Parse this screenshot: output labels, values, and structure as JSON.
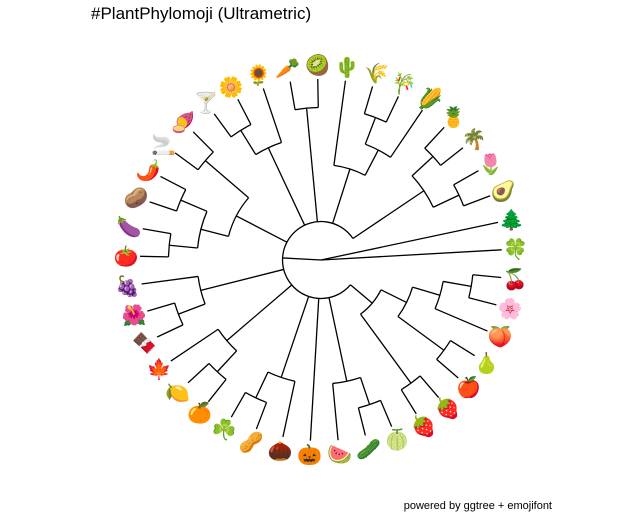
{
  "title": "#PlantPhylomoji (Ultrametric)",
  "caption": "powered by ggtree + emojifont",
  "tips": [
    {
      "emoji": "🌲",
      "name": "evergreen tree"
    },
    {
      "emoji": "🍀",
      "name": "four leaf clover"
    },
    {
      "emoji": "🍒",
      "name": "cherries"
    },
    {
      "emoji": "🌸",
      "name": "cherry blossom"
    },
    {
      "emoji": "🍑",
      "name": "peach"
    },
    {
      "emoji": "🍐",
      "name": "pear"
    },
    {
      "emoji": "🍎",
      "name": "red apple"
    },
    {
      "emoji": "🍓",
      "name": "strawberry"
    },
    {
      "emoji": "🍓",
      "name": "strawberry"
    },
    {
      "emoji": "🍈",
      "name": "melon"
    },
    {
      "emoji": "🥒",
      "name": "cucumber"
    },
    {
      "emoji": "🍉",
      "name": "watermelon"
    },
    {
      "emoji": "🎃",
      "name": "pumpkin"
    },
    {
      "emoji": "🌰",
      "name": "chestnut"
    },
    {
      "emoji": "🥜",
      "name": "peanuts"
    },
    {
      "emoji": "☘️",
      "name": "shamrock"
    },
    {
      "emoji": "🍊",
      "name": "tangerine"
    },
    {
      "emoji": "🍋",
      "name": "lemon"
    },
    {
      "emoji": "🍁",
      "name": "maple leaf"
    },
    {
      "emoji": "🍫",
      "name": "chocolate bar"
    },
    {
      "emoji": "🌺",
      "name": "hibiscus"
    },
    {
      "emoji": "🍇",
      "name": "grapes"
    },
    {
      "emoji": "🍅",
      "name": "tomato"
    },
    {
      "emoji": "🍆",
      "name": "eggplant"
    },
    {
      "emoji": "🥔",
      "name": "potato"
    },
    {
      "emoji": "🌶️",
      "name": "hot pepper"
    },
    {
      "emoji": "🚬",
      "name": "cigarette"
    },
    {
      "emoji": "🍠",
      "name": "sweet potato"
    },
    {
      "emoji": "🍸",
      "name": "cocktail glass"
    },
    {
      "emoji": "🌼",
      "name": "blossom"
    },
    {
      "emoji": "🌻",
      "name": "sunflower"
    },
    {
      "emoji": "🥕",
      "name": "carrot"
    },
    {
      "emoji": "🥝",
      "name": "kiwi fruit"
    },
    {
      "emoji": "🌵",
      "name": "cactus"
    },
    {
      "emoji": "🌾",
      "name": "sheaf of rice"
    },
    {
      "emoji": "🎋",
      "name": "tanabata tree"
    },
    {
      "emoji": "🌽",
      "name": "ear of corn"
    },
    {
      "emoji": "🍍",
      "name": "pineapple"
    },
    {
      "emoji": "🌴",
      "name": "palm tree"
    },
    {
      "emoji": "🌷",
      "name": "tulip"
    },
    {
      "emoji": "🥑",
      "name": "avocado"
    }
  ],
  "tree": {
    "children": [
      {
        "tip": 0
      },
      {
        "tip": 1
      },
      {
        "children": [
          {
            "children": [
              {
                "children": [
                  {
                    "children": [
                      {
                        "children": [
                          {
                            "tip": 2
                          },
                          {
                            "tip": 3
                          }
                        ]
                      },
                      {
                        "tip": 4
                      }
                    ]
                  },
                  {
                    "children": [
                      {
                        "tip": 5
                      },
                      {
                        "tip": 6
                      }
                    ]
                  }
                ]
              },
              {
                "children": [
                  {
                    "tip": 7
                  },
                  {
                    "tip": 8
                  }
                ]
              }
            ]
          },
          {
            "children": [
              {
                "children": [
                  {
                    "tip": 9
                  },
                  {
                    "tip": 10
                  }
                ]
              },
              {
                "tip": 11
              }
            ]
          },
          {
            "tip": 12
          },
          {
            "children": [
              {
                "tip": 13
              },
              {
                "children": [
                  {
                    "tip": 14
                  },
                  {
                    "tip": 15
                  }
                ]
              }
            ]
          },
          {
            "children": [
              {
                "children": [
                  {
                    "tip": 16
                  },
                  {
                    "tip": 17
                  }
                ]
              },
              {
                "tip": 18
              }
            ]
          },
          {
            "children": [
              {
                "children": [
                  {
                    "tip": 19
                  },
                  {
                    "tip": 20
                  }
                ]
              },
              {
                "tip": 21
              }
            ]
          },
          {
            "children": [
              {
                "children": [
                  {
                    "children": [
                      {
                        "tip": 22
                      },
                      {
                        "tip": 23
                      }
                    ]
                  },
                  {
                    "children": [
                      {
                        "tip": 24
                      },
                      {
                        "tip": 25
                      }
                    ]
                  }
                ]
              },
              {
                "children": [
                  {
                    "tip": 26
                  },
                  {
                    "tip": 27
                  }
                ]
              }
            ]
          },
          {
            "children": [
              {
                "children": [
                  {
                    "tip": 28
                  },
                  {
                    "tip": 29
                  }
                ]
              },
              {
                "tip": 30
              }
            ]
          },
          {
            "children": [
              {
                "tip": 31
              },
              {
                "tip": 32
              }
            ]
          },
          {
            "children": [
              {
                "tip": 33
              },
              {
                "children": [
                  {
                    "children": [
                      {
                        "tip": 34
                      },
                      {
                        "tip": 35
                      }
                    ]
                  },
                  {
                    "tip": 36
                  }
                ]
              }
            ]
          },
          {
            "children": [
              {
                "children": [
                  {
                    "tip": 37
                  },
                  {
                    "tip": 38
                  }
                ]
              },
              {
                "children": [
                  {
                    "tip": 39
                  },
                  {
                    "tip": 40
                  }
                ]
              }
            ]
          }
        ]
      }
    ]
  }
}
